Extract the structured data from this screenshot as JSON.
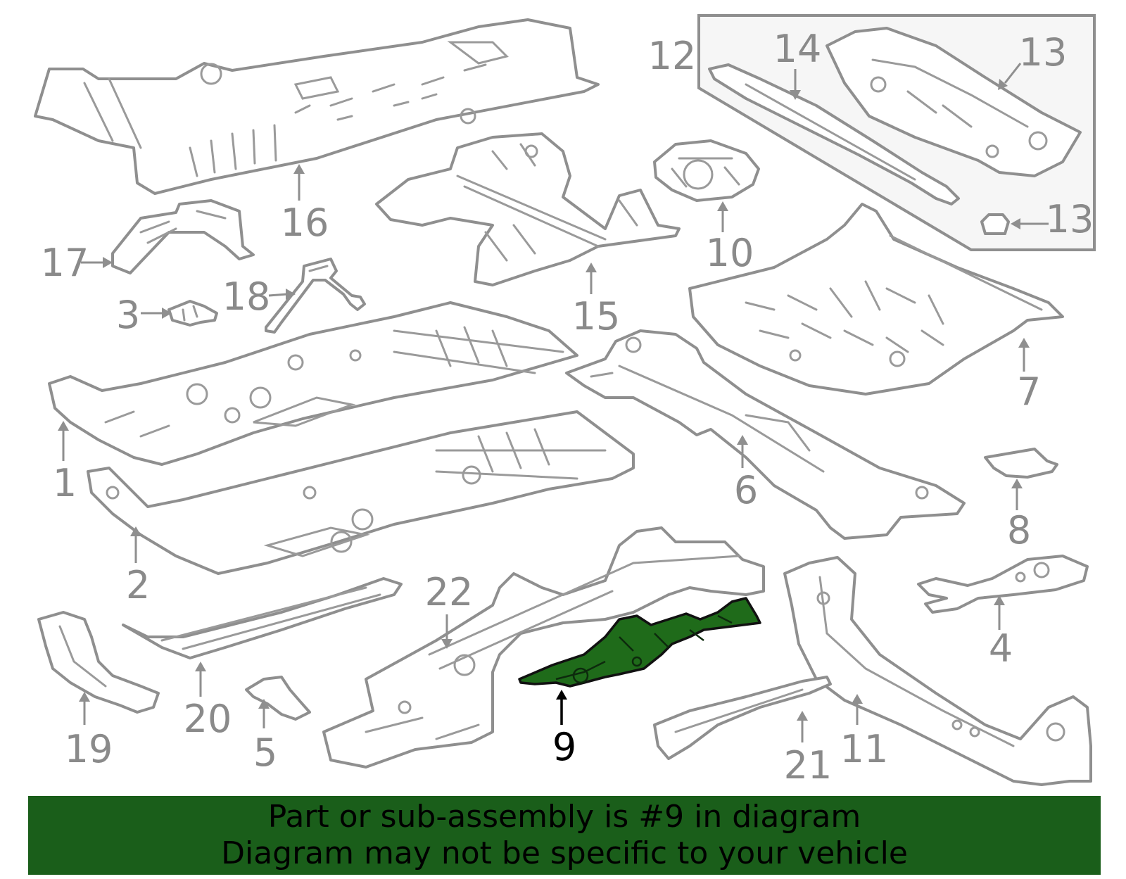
{
  "colors": {
    "banner_background": "#1a5e1a",
    "highlight_fill": "#1f6b1a",
    "outline": "#8f8f8f",
    "callout_text": "#8a8a8a",
    "highlight_text": "#000000"
  },
  "callouts": {
    "c1": "1",
    "c2": "2",
    "c3": "3",
    "c4": "4",
    "c5": "5",
    "c6": "6",
    "c7": "7",
    "c8": "8",
    "c9": "9",
    "c10": "10",
    "c11": "11",
    "c12": "12",
    "c13a": "13",
    "c13b": "13",
    "c14": "14",
    "c15": "15",
    "c16": "16",
    "c17": "17",
    "c18": "18",
    "c19": "19",
    "c20": "20",
    "c21": "21",
    "c22": "22"
  },
  "highlighted_part": "9",
  "banner": {
    "line1": "Part or sub-assembly is #9 in diagram",
    "line2": "Diagram may not be specific to your vehicle"
  }
}
